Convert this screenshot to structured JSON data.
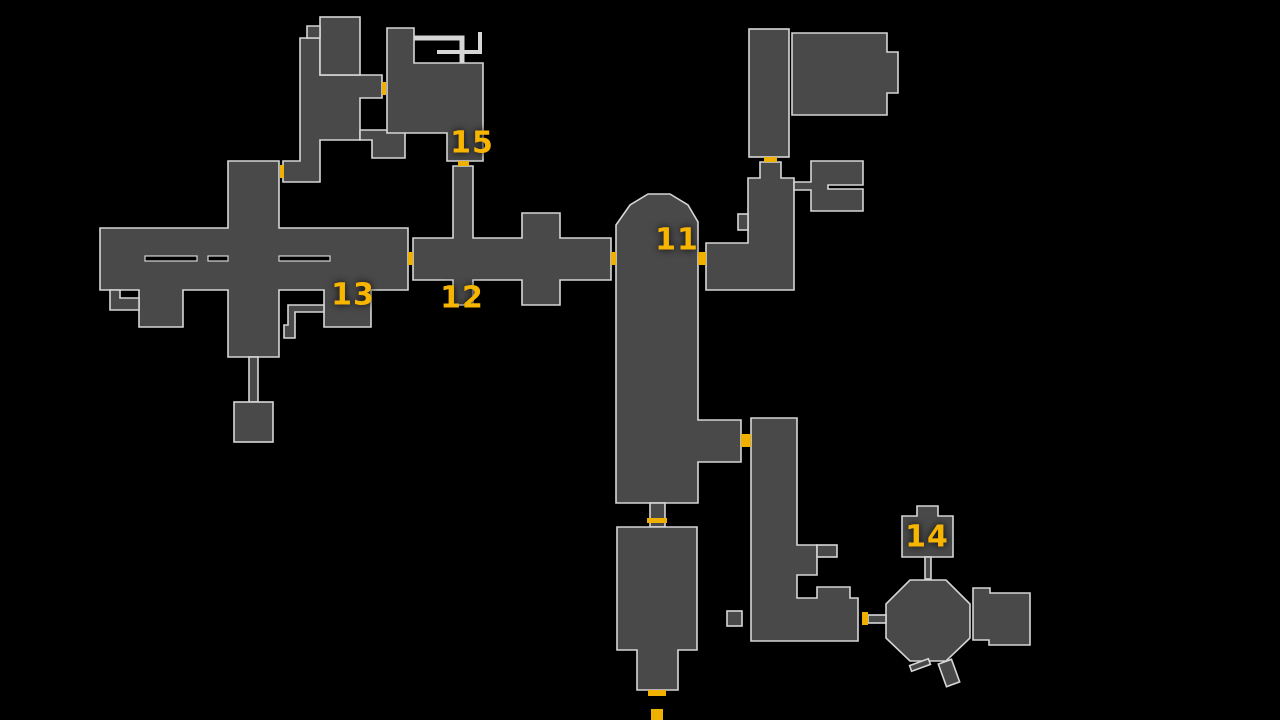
{
  "map": {
    "colors": {
      "room_fill": "#494949",
      "wall": "#d6d6d6",
      "door": "#f0b000",
      "label": "#f7b500",
      "background": "#000000"
    },
    "room_labels": [
      {
        "id": "room-11",
        "text": "11"
      },
      {
        "id": "room-12",
        "text": "12"
      },
      {
        "id": "room-13",
        "text": "13"
      },
      {
        "id": "room-14",
        "text": "14"
      },
      {
        "id": "room-15",
        "text": "15"
      }
    ]
  }
}
